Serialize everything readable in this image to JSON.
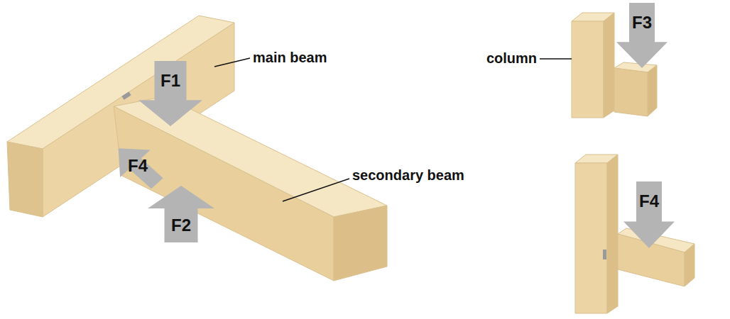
{
  "diagram": {
    "nodes": [
      {
        "text": [
          "F1"
        ]
      },
      {
        "text": [
          "F4"
        ]
      },
      {
        "text": [
          "F2"
        ]
      },
      {
        "text": [
          "F3"
        ]
      },
      {
        "text": [
          "F4"
        ]
      }
    ],
    "labels": [
      "main beam",
      "column",
      "secondary beam"
    ]
  }
}
